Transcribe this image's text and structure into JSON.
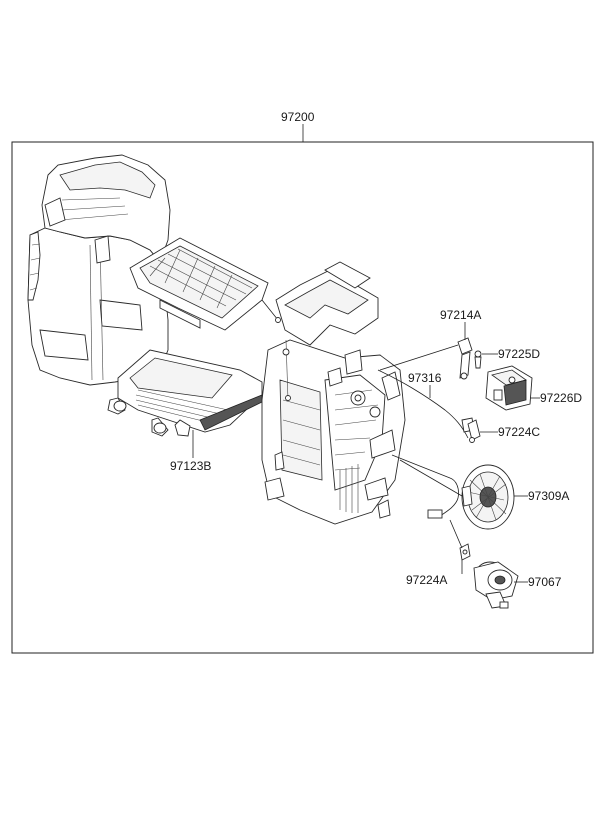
{
  "labels": {
    "assembly": "97200",
    "evaporator": "97123B",
    "actuator_lever": "97214A",
    "clip_d": "97225D",
    "actuator_d": "97226D",
    "wire_harness": "97316",
    "clip_c": "97224C",
    "resistor": "97309A",
    "clip_a": "97224A",
    "motor": "97067"
  }
}
